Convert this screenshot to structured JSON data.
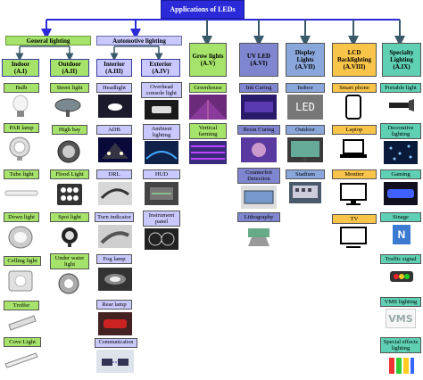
{
  "root": "Applications of LEDs",
  "general": {
    "title": "General lighting",
    "indoor": "Indoor\n(A.I)",
    "outdoor": "Outdoor\n(A.II)",
    "indoor_items": [
      "Bulb",
      "PAR lamp",
      "Tube light",
      "Down light",
      "Celling light",
      "Troffer",
      "Cove Light"
    ],
    "outdoor_items": [
      "Street light",
      "High bay",
      "Flood Light",
      "Spot light",
      "Under water\nlight"
    ]
  },
  "automotive": {
    "title": "Automotive lighting",
    "interior": "Interior\n(A.III)",
    "exterior": "Exterior\n(A.IV)",
    "interior_items": [
      "Headlight",
      "ADB",
      "DRL",
      "Turn indicator",
      "Fog lamp",
      "Rear lamp",
      "Communication"
    ],
    "exterior_items": [
      "Overhead\nconsole light",
      "Ambient\nlighting",
      "HUD",
      "Instrument\npanel"
    ]
  },
  "grow": {
    "title": "Grow lights\n(A.V)",
    "items": [
      "Greenhouse",
      "Vertical\nfarming"
    ]
  },
  "uv": {
    "title": "UV LED\n(A.VI)",
    "items": [
      "Ink Curing",
      "Resin Curing",
      "Counterfeit\nDetection",
      "Lithography"
    ]
  },
  "display": {
    "title": "Display\nLights\n(A.VII)",
    "items": [
      "Indoor",
      "Outdoor",
      "Stadium"
    ]
  },
  "lcd": {
    "title": "LCD\nBacklighting\n(A.VIII)",
    "items": [
      "Smart phone",
      "Laptop",
      "Monitor",
      "TV"
    ]
  },
  "specialty": {
    "title": "Specialty\nLighting\n(A.IX)",
    "items": [
      "Portable light",
      "Decorative\nlighting",
      "Gaming",
      "Sinage",
      "Traffic signal",
      "VMS lighting",
      "Special effects\nlighting"
    ]
  },
  "pic_text": {
    "led": "LED",
    "vms": "VMS",
    "sign": "N"
  },
  "colors": {
    "root": "#2a2ad8",
    "green": "#a6e36a",
    "lavender": "#c9c9ff",
    "violet": "#7f86cf",
    "steel": "#8aa7dc",
    "orange": "#f9c44a",
    "teal": "#5fd0b3",
    "arrow": "#2a2ad8",
    "arrow_dark": "#3a5a6a"
  }
}
